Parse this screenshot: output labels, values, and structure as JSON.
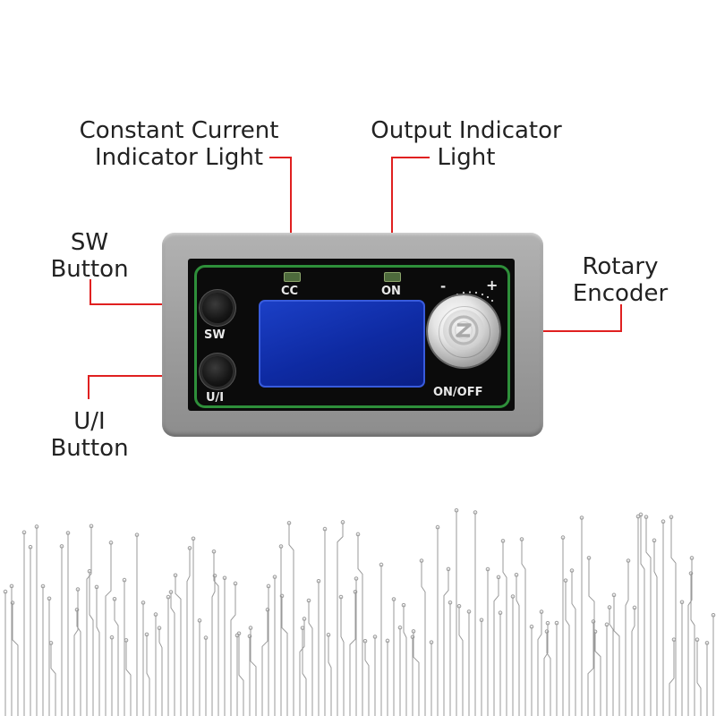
{
  "callouts": {
    "cc_light": {
      "line1": "Constant Current",
      "line2": "Indicator Light"
    },
    "output_light": {
      "line1": "Output Indicator",
      "line2": "Light"
    },
    "sw_button": {
      "line1": "SW",
      "line2": "Button"
    },
    "ui_button": {
      "line1": "U/I",
      "line2": "Button"
    },
    "rotary_encoder": {
      "line1": "Rotary",
      "line2": "Encoder"
    }
  },
  "panel": {
    "cc_label": "CC",
    "on_label": "ON",
    "sw_label": "SW",
    "ui_label": "U/I",
    "minus_label": "-",
    "plus_label": "+",
    "onoff_label": "ON/OFF"
  },
  "colors": {
    "leader_line": "#e02020",
    "leader_dot": "#e02020",
    "enclosure": "#a3a3a3",
    "panel_frame": "#2e8f3a",
    "lcd": "#0e2aa2",
    "led_off": "#4d6a3c",
    "circuit_trace": "#9a9a9a"
  },
  "icons": {
    "knob_logo": "power-logo-icon"
  }
}
